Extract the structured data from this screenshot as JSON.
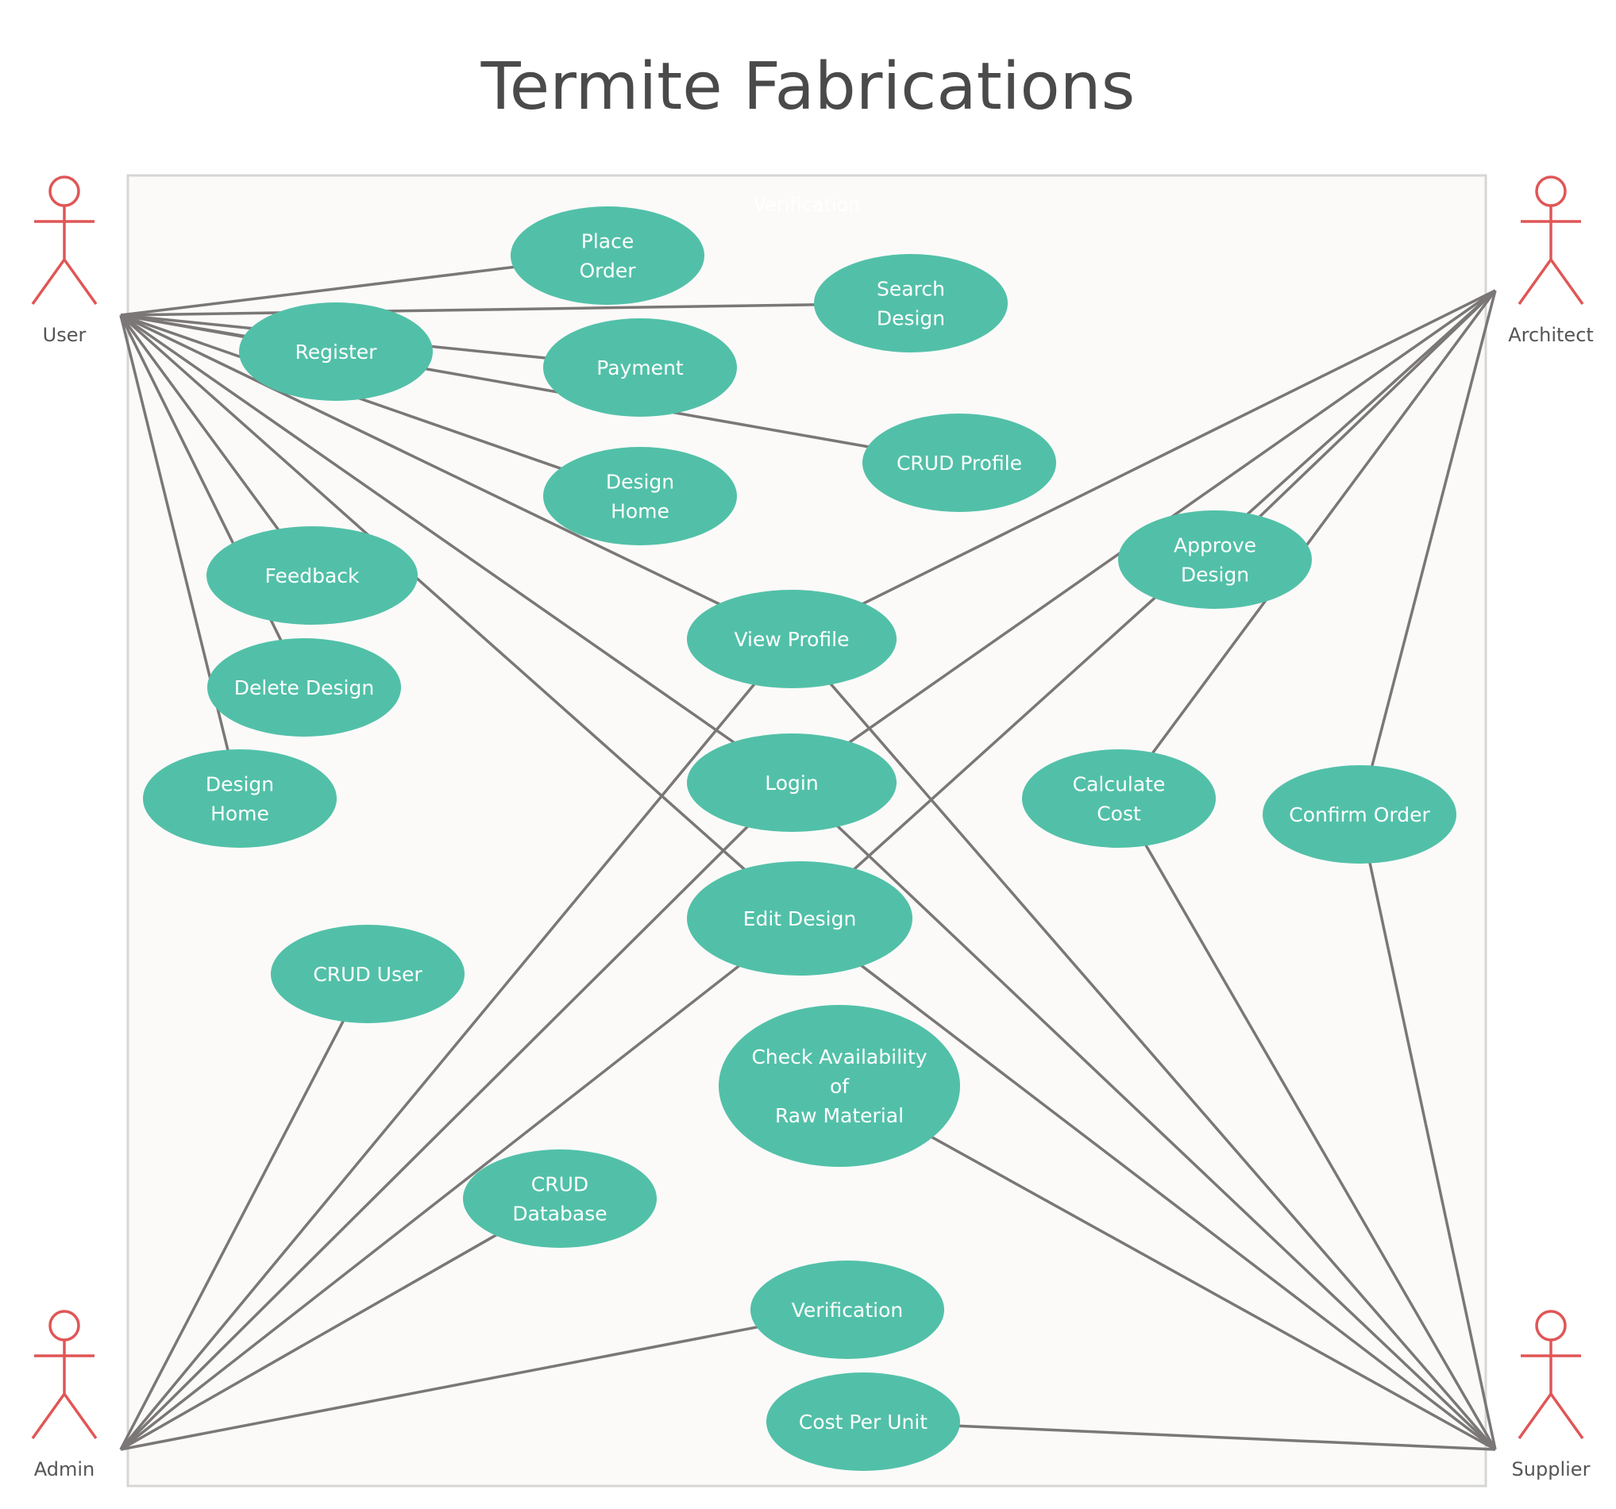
{
  "title": "Termite Fabrications",
  "boundary_label": "Verification",
  "colors": {
    "usecase_fill": "#52c0a8",
    "actor_stroke": "#e05656",
    "line": "#7a7776",
    "boundary_fill": "#fbfaf9",
    "boundary_stroke": "#d6d6d6"
  },
  "actors": [
    {
      "id": "user",
      "label": "User"
    },
    {
      "id": "architect",
      "label": "Architect"
    },
    {
      "id": "admin",
      "label": "Admin"
    },
    {
      "id": "supplier",
      "label": "Supplier"
    }
  ],
  "use_cases": [
    {
      "id": "place-order",
      "lines": [
        "Place",
        "Order"
      ]
    },
    {
      "id": "search-design",
      "lines": [
        "Search",
        "Design"
      ]
    },
    {
      "id": "register",
      "lines": [
        "Register"
      ]
    },
    {
      "id": "payment",
      "lines": [
        "Payment"
      ]
    },
    {
      "id": "crud-profile",
      "lines": [
        "CRUD Profile"
      ]
    },
    {
      "id": "design-home-1",
      "lines": [
        "Design",
        "Home"
      ]
    },
    {
      "id": "approve-design",
      "lines": [
        "Approve",
        "Design"
      ]
    },
    {
      "id": "feedback",
      "lines": [
        "Feedback"
      ]
    },
    {
      "id": "view-profile",
      "lines": [
        "View Profile"
      ]
    },
    {
      "id": "delete-design",
      "lines": [
        "Delete Design"
      ]
    },
    {
      "id": "login",
      "lines": [
        "Login"
      ]
    },
    {
      "id": "calculate-cost",
      "lines": [
        "Calculate",
        "Cost"
      ]
    },
    {
      "id": "confirm-order",
      "lines": [
        "Confirm Order"
      ]
    },
    {
      "id": "design-home-2",
      "lines": [
        "Design",
        "Home"
      ]
    },
    {
      "id": "edit-design",
      "lines": [
        "Edit Design"
      ]
    },
    {
      "id": "crud-user",
      "lines": [
        "CRUD User"
      ]
    },
    {
      "id": "check-availability",
      "lines": [
        "Check Availability",
        "of",
        "Raw Material"
      ]
    },
    {
      "id": "crud-database",
      "lines": [
        "CRUD",
        "Database"
      ]
    },
    {
      "id": "verification",
      "lines": [
        "Verification"
      ]
    },
    {
      "id": "cost-per-unit",
      "lines": [
        "Cost Per Unit"
      ]
    }
  ],
  "associations": [
    [
      "user",
      "place-order"
    ],
    [
      "user",
      "search-design"
    ],
    [
      "user",
      "register"
    ],
    [
      "user",
      "payment"
    ],
    [
      "user",
      "crud-profile"
    ],
    [
      "user",
      "design-home-1"
    ],
    [
      "user",
      "feedback"
    ],
    [
      "user",
      "delete-design"
    ],
    [
      "user",
      "design-home-2"
    ],
    [
      "user",
      "view-profile"
    ],
    [
      "user",
      "login"
    ],
    [
      "user",
      "edit-design"
    ],
    [
      "architect",
      "view-profile"
    ],
    [
      "architect",
      "approve-design"
    ],
    [
      "architect",
      "login"
    ],
    [
      "architect",
      "edit-design"
    ],
    [
      "architect",
      "calculate-cost"
    ],
    [
      "architect",
      "confirm-order"
    ],
    [
      "admin",
      "crud-user"
    ],
    [
      "admin",
      "view-profile"
    ],
    [
      "admin",
      "login"
    ],
    [
      "admin",
      "edit-design"
    ],
    [
      "admin",
      "crud-database"
    ],
    [
      "admin",
      "verification"
    ],
    [
      "supplier",
      "view-profile"
    ],
    [
      "supplier",
      "login"
    ],
    [
      "supplier",
      "edit-design"
    ],
    [
      "supplier",
      "check-availability"
    ],
    [
      "supplier",
      "calculate-cost"
    ],
    [
      "supplier",
      "confirm-order"
    ],
    [
      "supplier",
      "cost-per-unit"
    ]
  ]
}
